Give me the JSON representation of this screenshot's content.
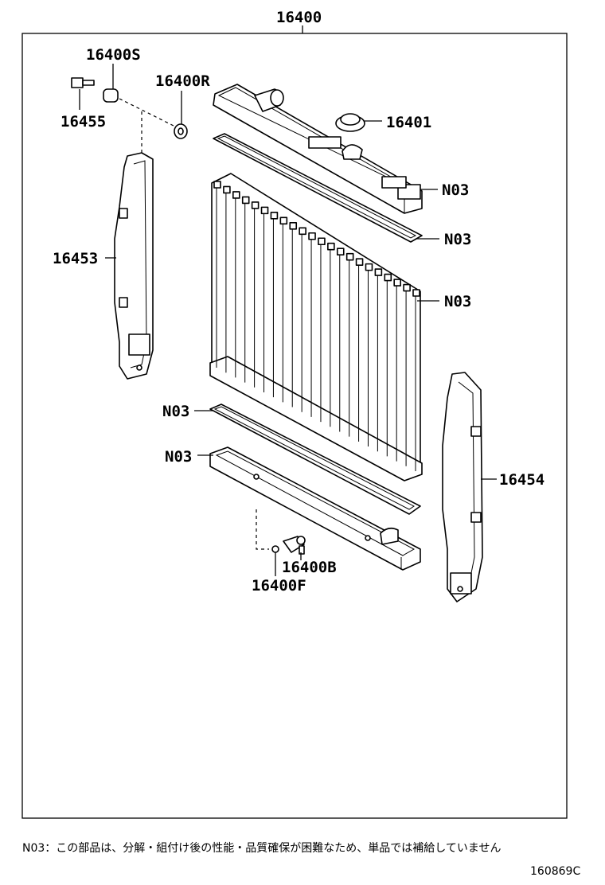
{
  "labels": {
    "assembly": "16400",
    "plug_s": "16400S",
    "plug_r": "16400R",
    "bolt": "16455",
    "cap": "16401",
    "n03_a": "N03",
    "n03_b": "N03",
    "n03_c": "N03",
    "n03_d": "N03",
    "n03_e": "N03",
    "support_left": "16453",
    "support_right": "16454",
    "drain_b": "16400B",
    "drain_f": "16400F"
  },
  "footnote": "N03：この部品は、分解・組付け後の性能・品質確保が困難なため、単品では補給していません",
  "diagram_code": "160869C"
}
